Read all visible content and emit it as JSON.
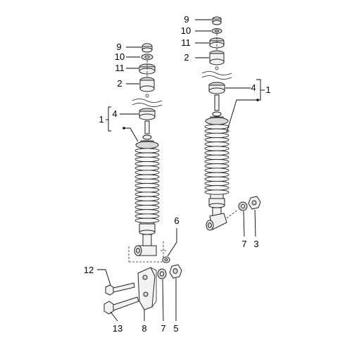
{
  "diagram": {
    "left_assembly": {
      "labels": {
        "nut": "9",
        "washer": "10",
        "cup": "11",
        "bushing_upper": "2",
        "bushing_lower": "4",
        "shock_absorber": "1",
        "nut_small": "6",
        "bolt_upper": "12",
        "bolt_lower": "13",
        "bracket": "8",
        "washer_large": "7",
        "nut_large": "5"
      }
    },
    "right_assembly": {
      "labels": {
        "nut": "9",
        "washer": "10",
        "cup": "11",
        "bushing_upper": "2",
        "bushing_lower": "4",
        "shock_absorber": "1",
        "washer_large": "7",
        "nut_large": "3"
      }
    }
  }
}
